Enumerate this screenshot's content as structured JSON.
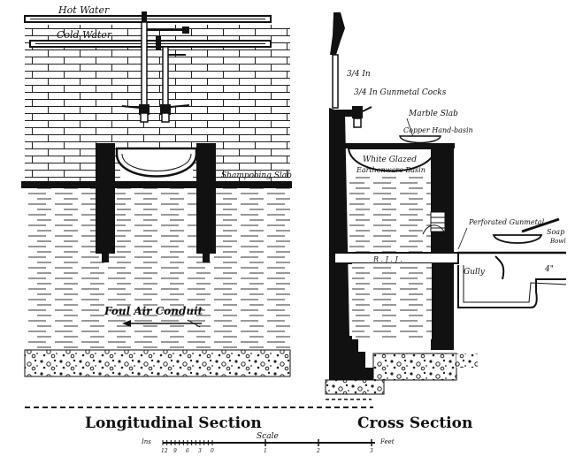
{
  "longitudinal": {
    "hot_water": "Hot Water",
    "cold_water": "Cold Water",
    "shampooing_slab": "Shampooing Slab",
    "foul_air_conduit": "Foul Air Conduit",
    "caption": "Longitudinal Section"
  },
  "cross": {
    "pipe_size": "3/4 In",
    "cocks": "3/4 In Gunmetal Cocks",
    "marble_slab": "Marble Slab",
    "copper_basin": "Copper Hand-basin",
    "clayed_line1": "White Glazed",
    "clayed_line2": "Earthenware Basin",
    "perforated": "Perforated Gunmetal",
    "soap_line1": "Soap",
    "soap_line2": "Bowl",
    "rsj": "R . J . J .",
    "gully": "Gully",
    "four_in": "4\"",
    "caption": "Cross Section"
  },
  "scale": {
    "title": "Scale",
    "left_unit": "Ins",
    "right_unit": "Feet",
    "inch_ticks": [
      "12",
      "9",
      "6",
      "3",
      "0"
    ],
    "foot_ticks": [
      "1",
      "2",
      "3"
    ]
  },
  "colors": {
    "ink": "#111111",
    "paper": "#ffffff"
  }
}
